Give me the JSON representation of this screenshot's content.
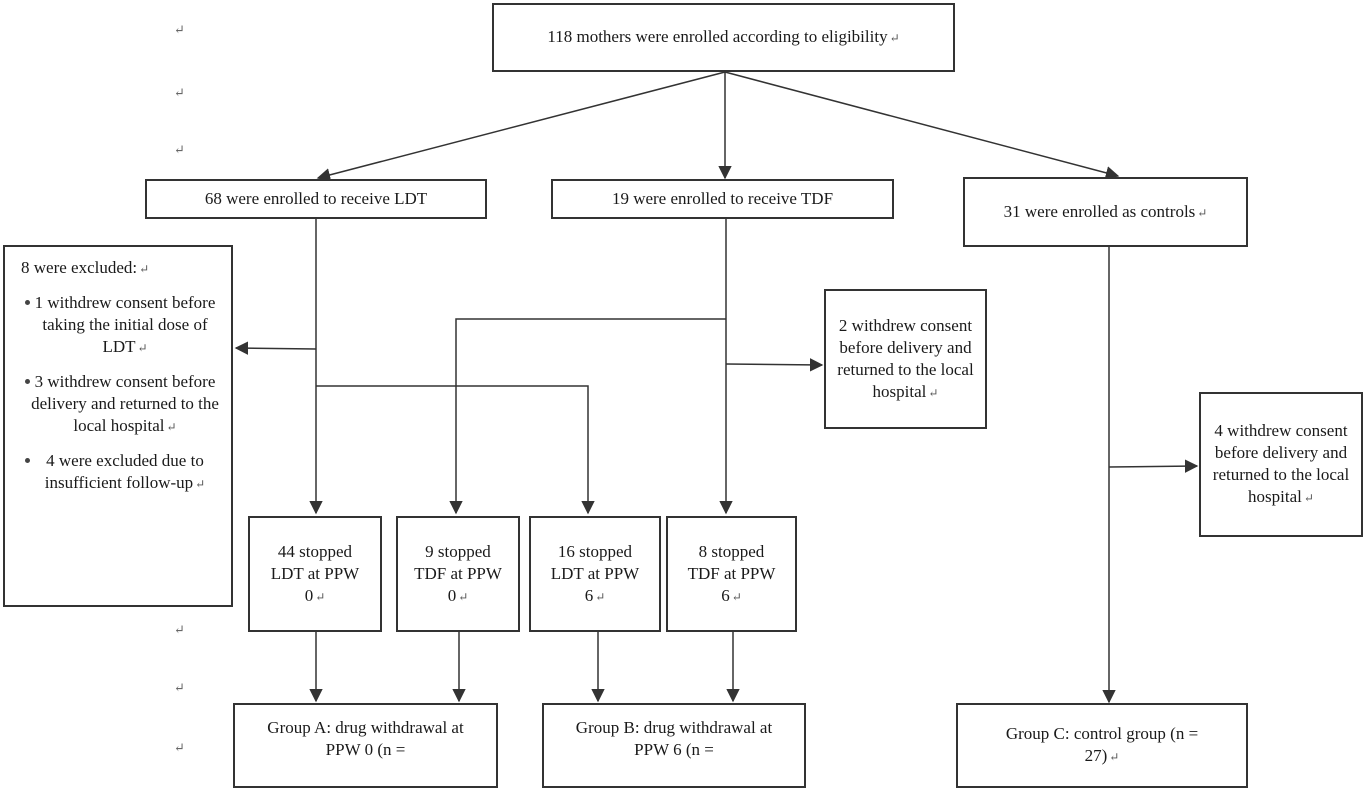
{
  "return_mark": "↵",
  "enrolled": {
    "text": "118 mothers were enrolled according to eligibility"
  },
  "ldt": {
    "text": "68 were enrolled to receive LDT"
  },
  "tdf": {
    "text": "19 were enrolled to receive TDF"
  },
  "controls": {
    "text": "31 were enrolled as controls"
  },
  "excluded": {
    "title": "8 were excluded:",
    "items": [
      "1 withdrew consent before taking the initial dose of LDT",
      "3 withdrew consent before delivery and returned to the local hospital",
      "4 were excluded due to insufficient follow-up"
    ]
  },
  "tdf_withdrew": {
    "text": "2 withdrew consent before delivery and returned to the local hospital"
  },
  "control_withdrew": {
    "text": "4 withdrew consent before delivery and returned to the local hospital"
  },
  "stopped": [
    "44 stopped LDT at PPW 0",
    "9 stopped TDF at PPW 0",
    "16 stopped LDT at PPW 6",
    "8 stopped TDF at PPW 6"
  ],
  "groups": {
    "a": "Group A: drug withdrawal at PPW 0 (n =",
    "b": "Group B: drug withdrawal at PPW 6 (n =",
    "c": "Group C: control group (n = 27)"
  }
}
